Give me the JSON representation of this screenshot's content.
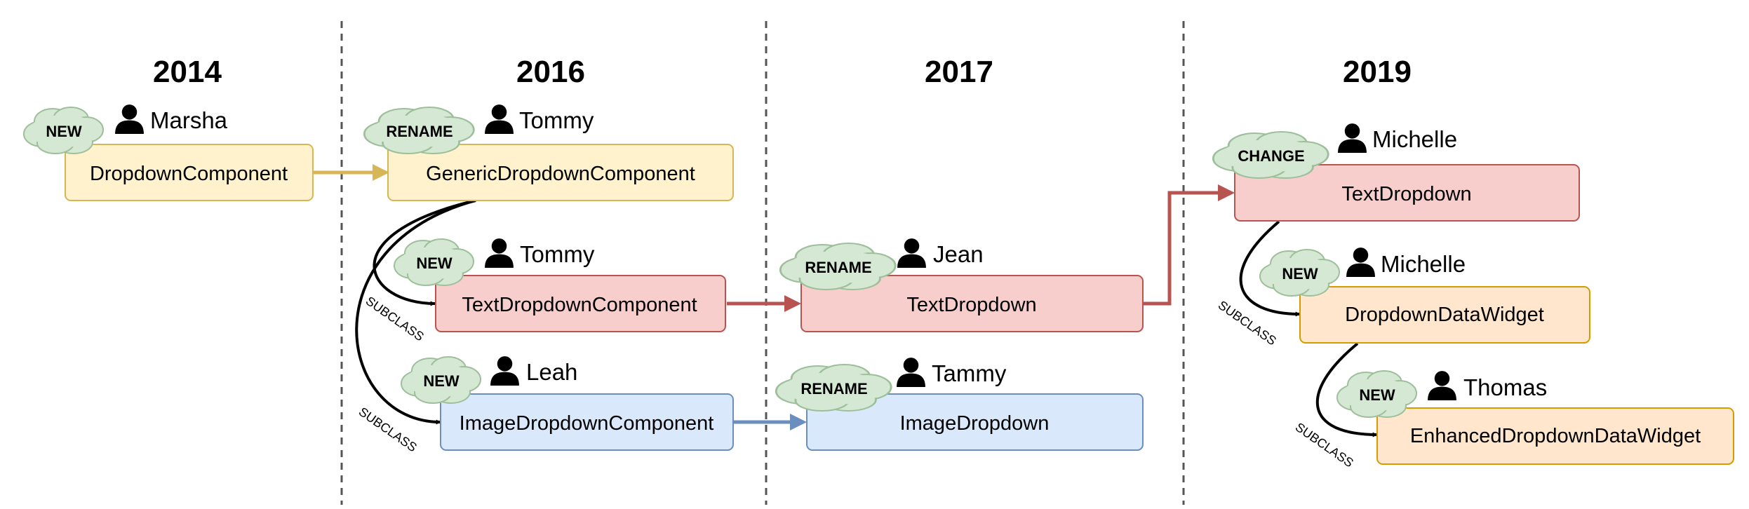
{
  "colors": {
    "yellow_fill": "#fff2cc",
    "yellow_stroke": "#d6b656",
    "red_fill": "#f8cecc",
    "red_stroke": "#b85450",
    "blue_fill": "#dae8fc",
    "blue_stroke": "#6c8ebf",
    "orange_fill": "#ffe6cc",
    "orange_stroke": "#d79b00",
    "cloud_fill": "#d5e8d4",
    "cloud_stroke": "#9dbf9a",
    "divider": "#555555"
  },
  "years": [
    "2014",
    "2016",
    "2017",
    "2019"
  ],
  "components": [
    {
      "label": "DropdownComponent",
      "tag": "NEW",
      "author": "Marsha"
    },
    {
      "label": "GenericDropdownComponent",
      "tag": "RENAME",
      "author": "Tommy"
    },
    {
      "label": "TextDropdownComponent",
      "tag": "NEW",
      "author": "Tommy"
    },
    {
      "label": "ImageDropdownComponent",
      "tag": "NEW",
      "author": "Leah"
    },
    {
      "label": "TextDropdown",
      "tag": "RENAME",
      "author": "Jean"
    },
    {
      "label": "ImageDropdown",
      "tag": "RENAME",
      "author": "Tammy"
    },
    {
      "label": "TextDropdown",
      "tag": "CHANGE",
      "author": "Michelle"
    },
    {
      "label": "DropdownDataWidget",
      "tag": "NEW",
      "author": "Michelle"
    },
    {
      "label": "EnhancedDropdownDataWidget",
      "tag": "NEW",
      "author": "Thomas"
    }
  ],
  "edge_labels": [
    "SUBCLASS",
    "SUBCLASS",
    "SUBCLASS",
    "SUBCLASS"
  ]
}
